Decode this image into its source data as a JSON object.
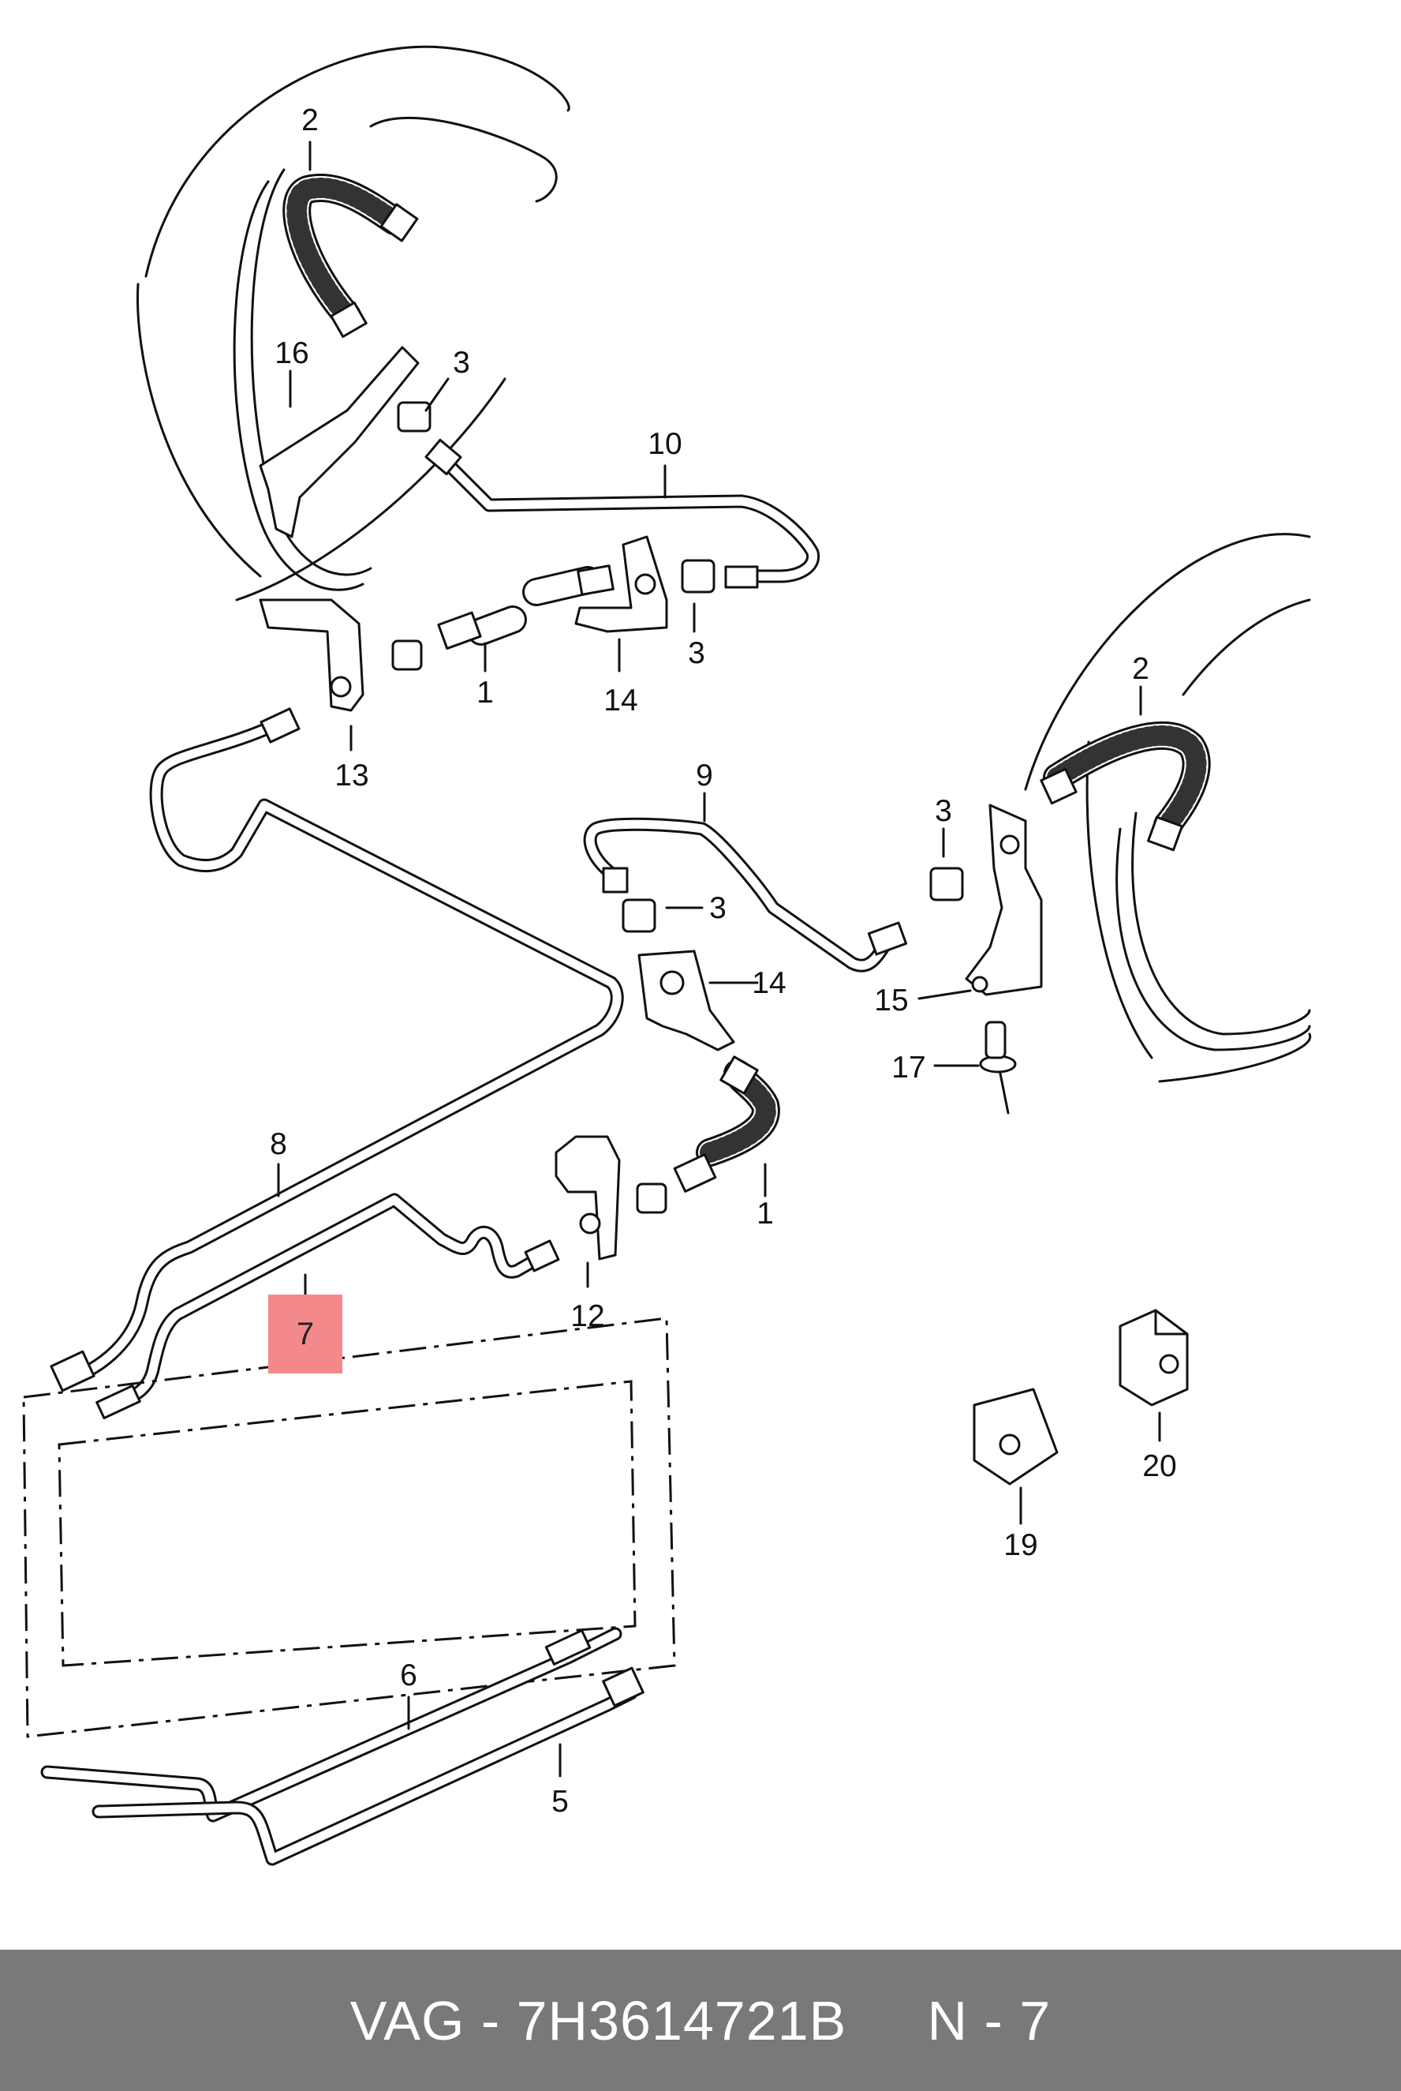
{
  "callouts": [
    {
      "id": "c2a",
      "label": "2"
    },
    {
      "id": "c16",
      "label": "16"
    },
    {
      "id": "c3a",
      "label": "3"
    },
    {
      "id": "c10",
      "label": "10"
    },
    {
      "id": "c1a",
      "label": "1"
    },
    {
      "id": "c14a",
      "label": "14"
    },
    {
      "id": "c3b",
      "label": "3"
    },
    {
      "id": "c13",
      "label": "13"
    },
    {
      "id": "c2b",
      "label": "2"
    },
    {
      "id": "c9",
      "label": "9"
    },
    {
      "id": "c3c",
      "label": "3"
    },
    {
      "id": "c3d",
      "label": "3"
    },
    {
      "id": "c14b",
      "label": "14"
    },
    {
      "id": "c15",
      "label": "15"
    },
    {
      "id": "c17",
      "label": "17"
    },
    {
      "id": "c8",
      "label": "8"
    },
    {
      "id": "c1b",
      "label": "1"
    },
    {
      "id": "c12",
      "label": "12"
    },
    {
      "id": "c20",
      "label": "20"
    },
    {
      "id": "c19",
      "label": "19"
    },
    {
      "id": "c6",
      "label": "6"
    },
    {
      "id": "c5",
      "label": "5"
    }
  ],
  "highlight": {
    "label": "7",
    "color": "#f4898c"
  },
  "footer": {
    "text": "VAG - 7H3614721B     N - 7",
    "background": "#797979"
  }
}
